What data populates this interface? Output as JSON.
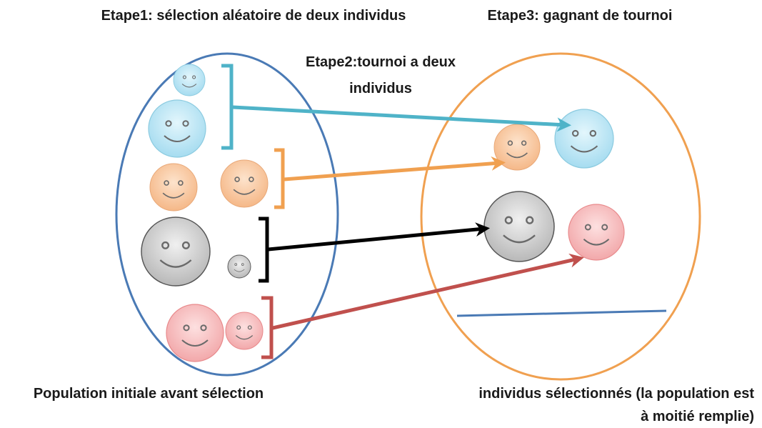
{
  "labels": {
    "step1": "Etape1: sélection aléatoire de deux individus",
    "step2_line1": "Etape2:tournoi a deux",
    "step2_line2": "individus",
    "step3": "Etape3: gagnant de tournoi",
    "population_initial": "Population initiale avant sélection",
    "selected_line1": "individus sélectionnés (la population est",
    "selected_line2": "à moitié remplie)"
  },
  "colors": {
    "population_ellipse": "#4a7ab5",
    "selected_ellipse": "#f0a050",
    "fill_line": "#4a7ab5",
    "pair_blue": "#4fb3c8",
    "pair_orange": "#f0a050",
    "pair_black": "#000000",
    "pair_red": "#c0504d"
  },
  "pairs": [
    {
      "color": "blue",
      "winner": "blue"
    },
    {
      "color": "orange",
      "winner": "orange"
    },
    {
      "color": "black",
      "winner": "gray"
    },
    {
      "color": "red",
      "winner": "red"
    }
  ]
}
